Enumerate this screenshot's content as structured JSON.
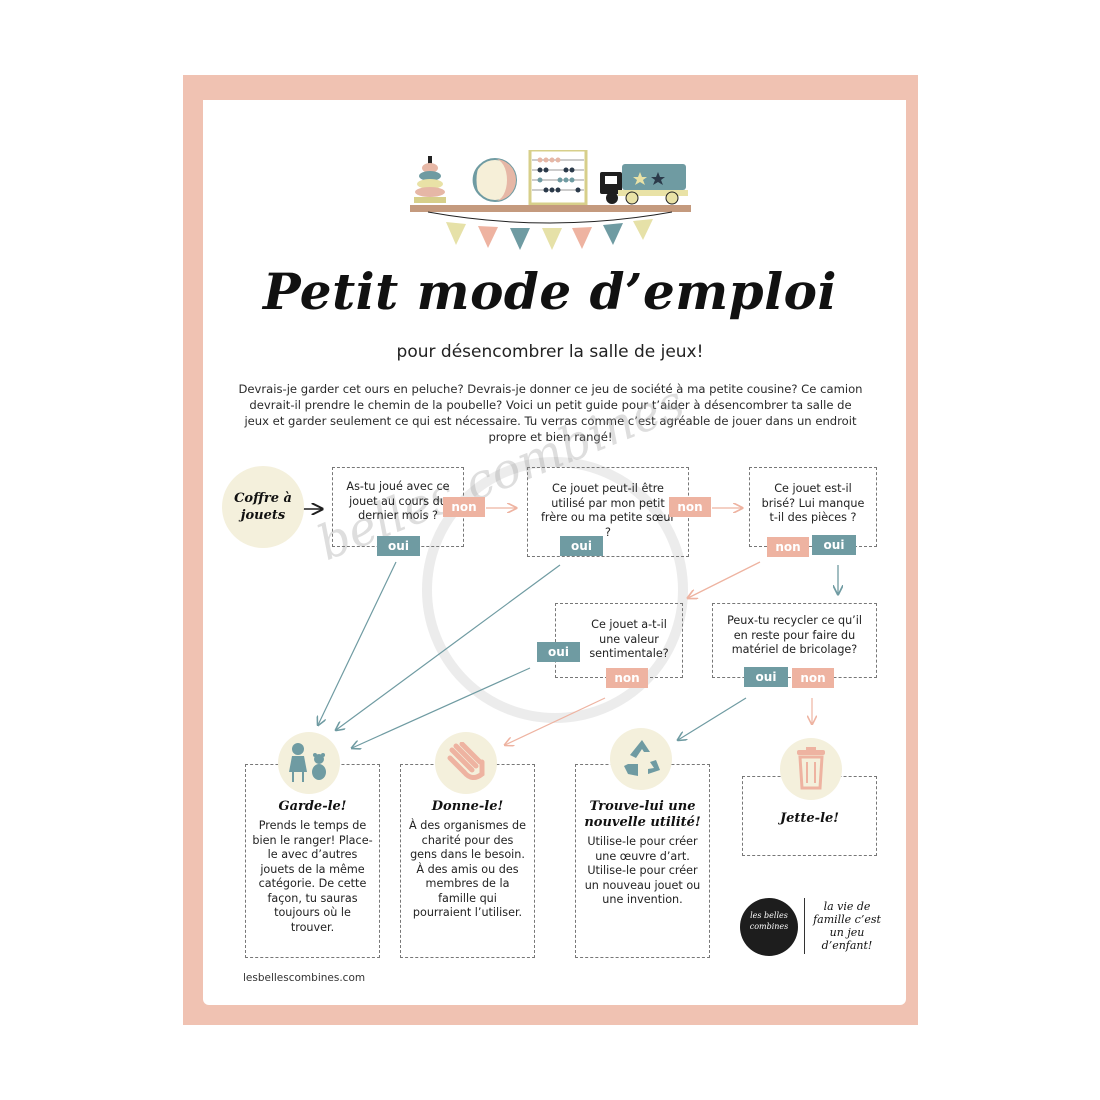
{
  "title": "Petit mode d’emploi",
  "subtitle": "pour désencombrer la salle de jeux!",
  "intro": "Devrais-je garder cet ours en peluche? Devrais-je donner ce jeu de société à ma petite cousine? Ce camion devrait-il prendre le chemin de la poubelle? Voici un petit guide pour t’aider à désencombrer ta salle de jeux et garder seulement ce qui est nécessaire. Tu verras comme c’est agréable de jouer dans un endroit propre et bien rangé!",
  "start": "Coffre à jouets",
  "questions": {
    "q1": "As-tu joué avec ce jouet au cours du dernier mois ?",
    "q2": "Ce jouet peut-il être utilisé par mon petit frère ou ma petite sœur ?",
    "q3": "Ce jouet est-il brisé? Lui manque t-il des pièces ?",
    "q4": "Ce jouet a-t-il une valeur sentimentale?",
    "q5": "Peux-tu recycler ce qu’il en reste pour faire du matériel de bricolage?"
  },
  "tags": {
    "oui": "oui",
    "non": "non"
  },
  "outcomes": {
    "garde": {
      "title": "Garde-le!",
      "text": "Prends le temps de bien le ranger! Place-le avec d’autres jouets de la même catégorie. De cette façon, tu sauras toujours où le trouver."
    },
    "donne": {
      "title": "Donne-le!",
      "text": "À des organismes de charité pour des gens dans le besoin. À des amis ou des membres de la famille qui pourraient l’utiliser."
    },
    "trouve": {
      "title": "Trouve-lui une nouvelle utilité!",
      "text": "Utilise-le pour créer une œuvre d’art. Utilise-le pour créer un nouveau jouet ou une invention."
    },
    "jette": {
      "title": "Jette-le!"
    }
  },
  "watermark": "belles combines",
  "footer_url": "lesbellescombines.com",
  "brand": {
    "logo": "les belles combines",
    "tagline": "la vie de famille c’est un jeu d’enfant!"
  },
  "colors": {
    "frame": "#f0c2b2",
    "oui": "#6f9ba2",
    "non": "#eeb3a1",
    "circle": "#f4f0dc",
    "arrow_teal": "#6f9ba2",
    "arrow_pink": "#eeb3a1"
  },
  "icons": [
    "toy-shelf-illustration",
    "toys-icon",
    "hand-icon",
    "recycle-icon",
    "trash-can-icon"
  ]
}
